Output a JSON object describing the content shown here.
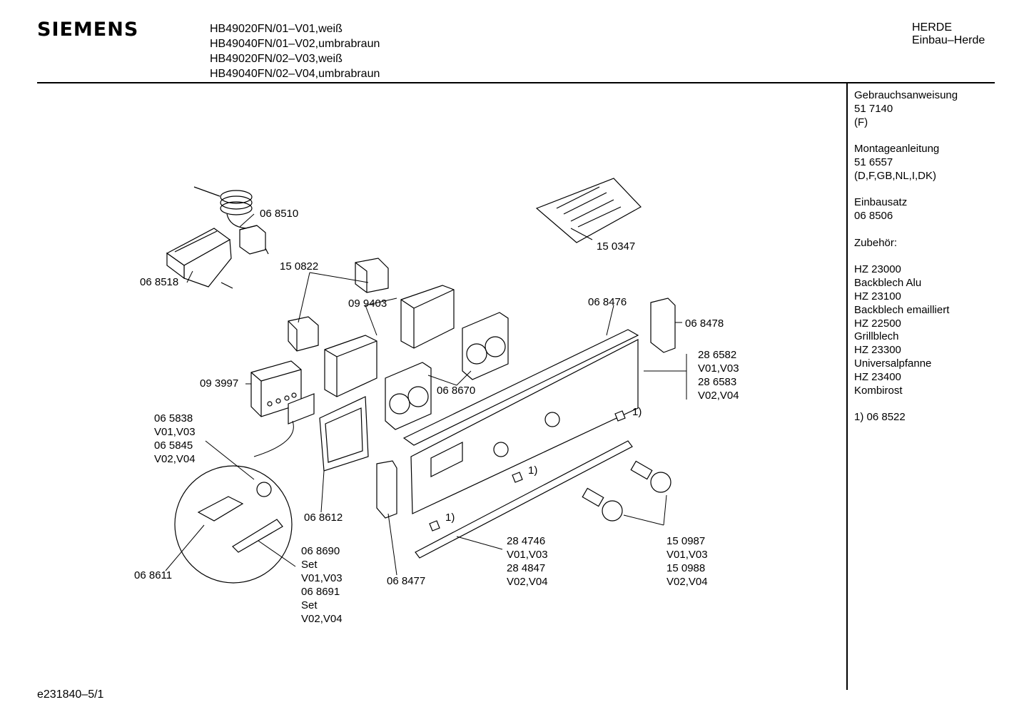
{
  "header": {
    "brand": "SIEMENS",
    "models": [
      "HB49020FN/01–V01,weiß",
      "HB49040FN/01–V02,umbrabraun",
      "HB49020FN/02–V03,weiß",
      "HB49040FN/02–V04,umbrabraun"
    ],
    "category": "HERDE",
    "subcategory": "Einbau–Herde"
  },
  "sidebar": [
    [
      "Gebrauchsanweisung",
      "51 7140",
      "(F)"
    ],
    [
      "Montageanleitung",
      "51 6557",
      "(D,F,GB,NL,I,DK)"
    ],
    [
      "Einbausatz",
      "06 8506"
    ],
    [
      "Zubehör:"
    ],
    [
      "HZ 23000",
      "Backblech Alu",
      "HZ 23100",
      "Backblech emailliert",
      "HZ 22500",
      "Grillblech",
      "HZ 23300",
      "Universalpfanne",
      "HZ 23400",
      "Kombirost"
    ],
    [
      "1)  06 8522"
    ]
  ],
  "parts": {
    "p068510": "06 8510",
    "p068518": "06 8518",
    "p150822": "15 0822",
    "p150347": "15 0347",
    "p099403": "09 9403",
    "p068476": "06 8476",
    "p068478": "06 8478",
    "p286582": [
      "28 6582",
      "V01,V03",
      "28 6583",
      "V02,V04"
    ],
    "p093997": "09 3997",
    "p068670": "06 8670",
    "p065838": [
      "06 5838",
      "V01,V03",
      "06 5845",
      "V02,V04"
    ],
    "p068612": "06 8612",
    "p068611": "06 8611",
    "p068690": [
      "06 8690",
      "Set",
      "V01,V03",
      "06 8691",
      "Set",
      "V02,V04"
    ],
    "p068477": "06 8477",
    "p284746": [
      "28 4746",
      "V01,V03",
      "28 4847",
      "V02,V04"
    ],
    "p150987": [
      "15 0987",
      "V01,V03",
      "15 0988",
      "V02,V04"
    ],
    "footnote1": "1)"
  },
  "footer": {
    "doc_id": "e231840–5/1"
  }
}
